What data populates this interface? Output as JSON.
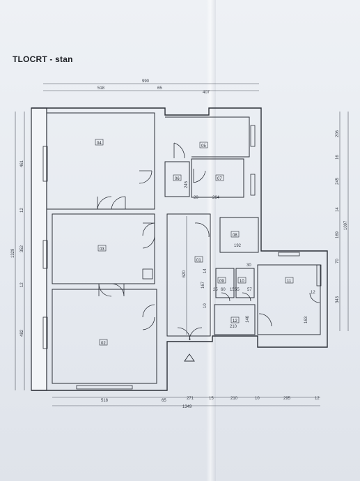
{
  "title": "TLOCRT - stan",
  "rooms": [
    "01",
    "02",
    "03",
    "04",
    "05",
    "06",
    "07",
    "08",
    "09",
    "10",
    "11",
    "12"
  ],
  "dims_top": {
    "total": "990",
    "a": "518",
    "b": "65",
    "c": "407"
  },
  "dims_bottom": {
    "total": "1349",
    "a": "518",
    "b": "65",
    "c": "271",
    "d": "15",
    "e": "210",
    "f": "10",
    "g": "295",
    "h": "12"
  },
  "dims_left": {
    "total": "1329",
    "a": "461",
    "b": "12",
    "c": "352",
    "d": "12",
    "e": "482"
  },
  "dims_right": {
    "total": "1097",
    "a": "206",
    "b": "16",
    "c": "245",
    "d": "14",
    "e": "169",
    "f": "70",
    "g": "343"
  },
  "dims_inner": {
    "d245": "245",
    "d20": "20",
    "d264": "264",
    "d192": "192",
    "d620": "620",
    "d167": "167",
    "d14": "14",
    "d10a": "10",
    "d60": "60",
    "d55": "55",
    "d57": "57",
    "d25": "25",
    "d15": "15",
    "d30": "30",
    "d12": "12",
    "d146": "146",
    "d210": "210",
    "d163": "163"
  },
  "colors": {
    "line": "#2c3038",
    "thin": "#5a606b",
    "paper": "#eceff4"
  }
}
